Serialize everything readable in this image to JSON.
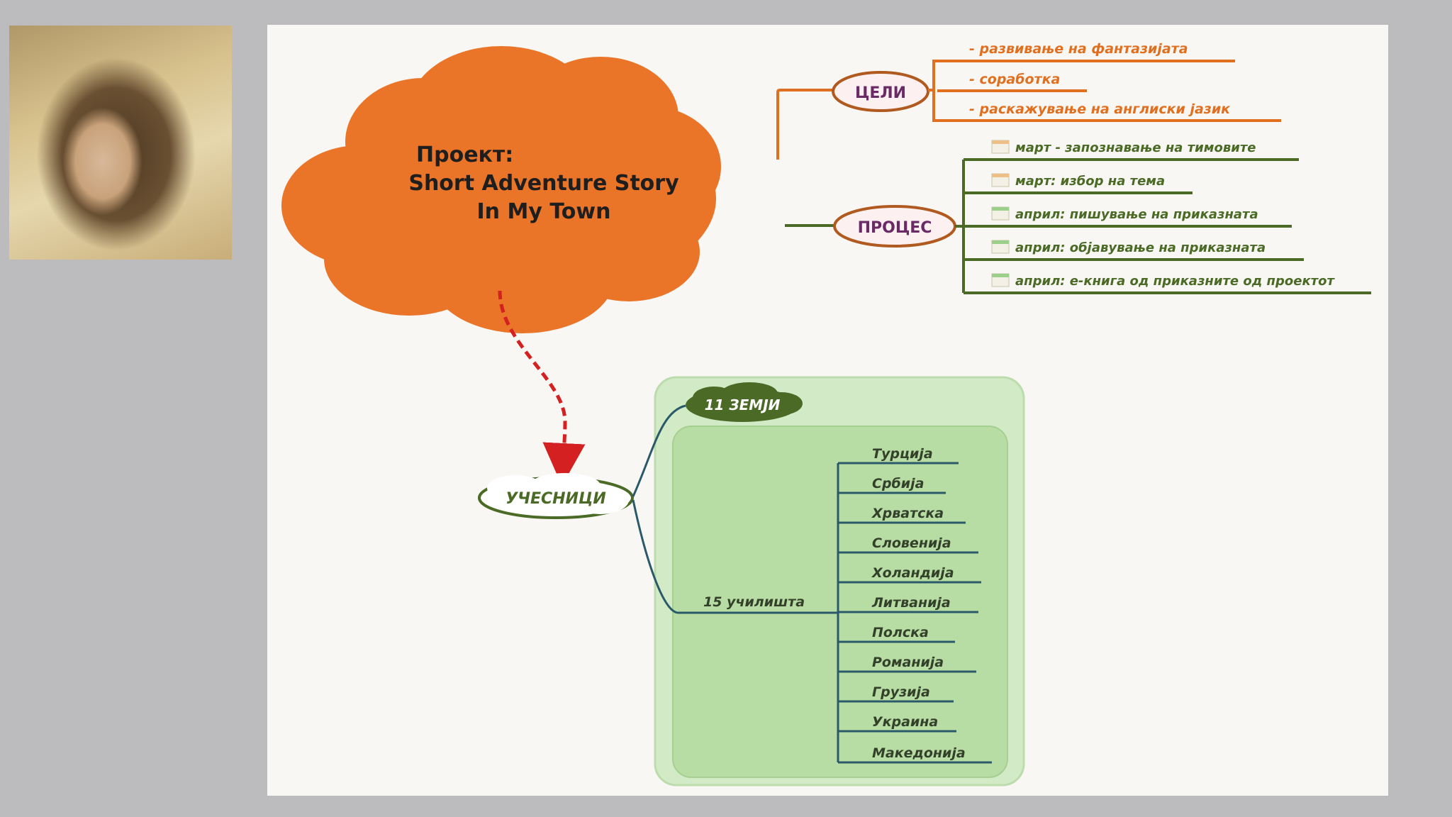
{
  "mindmap": {
    "central": {
      "line1": "Проект:",
      "line2": "Short Adventure Story",
      "line3": "In My Town",
      "color": "#ea7428"
    },
    "goals": {
      "label": "ЦЕЛИ",
      "items": [
        "- развивање на фантазијата",
        "- соработка",
        "- раскажување на англиски јазик"
      ],
      "color": "#e07020"
    },
    "process": {
      "label": "ПРОЦЕС",
      "items": [
        "март - запознавање на тимовите",
        "март: избор на тема",
        "април: пишување на приказната",
        "април: објавување на приказната",
        "април: е-книга од приказните од проектот"
      ],
      "line_color": "#4a6a26"
    },
    "participants": {
      "label": "УЧЕСНИЦИ",
      "countries_label": "11 ЗЕМЈИ",
      "schools_label": "15 училишта",
      "countries": [
        "Турција",
        "Србија",
        "Хрватска",
        "Словенија",
        "Холандија",
        "Литванија",
        "Полска",
        "Романија",
        "Грузија",
        "Украина",
        "Македонија"
      ],
      "panel_color": "#c4e2b4",
      "line_color": "#2a5a6a"
    }
  }
}
